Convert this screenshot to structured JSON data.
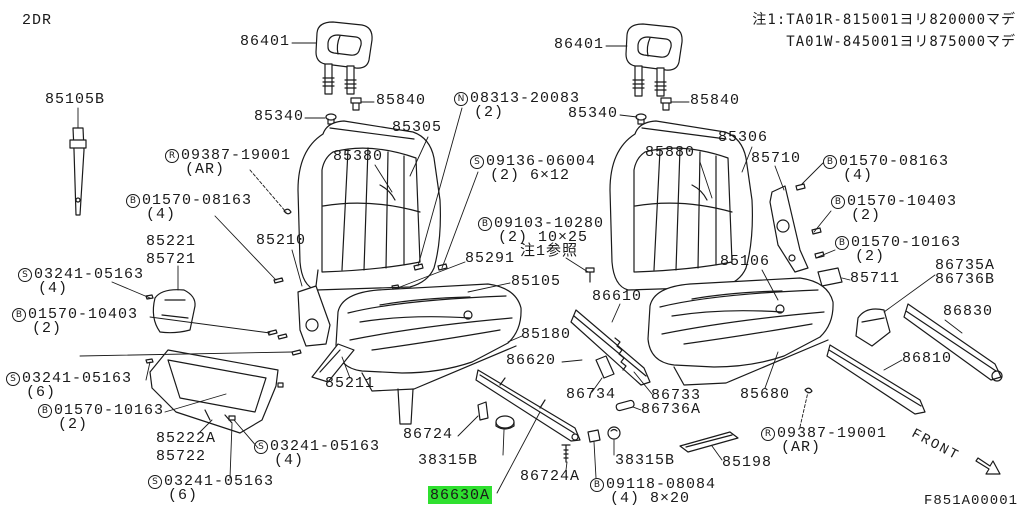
{
  "header": {
    "model": "2DR",
    "note": [
      "注1:TA01R-815001ヨリ820000マデ",
      "TA01W-845001ヨリ875000マデ"
    ]
  },
  "footer": {
    "figure_id": "F851A00001",
    "front_label": "FRONT"
  },
  "highlight_color": "#2fe02f",
  "parts": [
    {
      "number": "86401"
    },
    {
      "number": "85105B"
    },
    {
      "number": "85340"
    },
    {
      "number": "85840"
    },
    {
      "number": "85305"
    },
    {
      "number": "85380"
    },
    {
      "prefix": "R",
      "number": "09387-19001",
      "qty": "(AR)"
    },
    {
      "prefix": "B",
      "number": "01570-08163",
      "qty": "(4)"
    },
    {
      "number": "85221",
      "alt": "85721"
    },
    {
      "number": "85210"
    },
    {
      "prefix": "S",
      "number": "03241-05163",
      "qty": "(4)"
    },
    {
      "prefix": "B",
      "number": "01570-10403",
      "qty": "(2)"
    },
    {
      "prefix": "S",
      "number": "03241-05163",
      "qty": "(6)"
    },
    {
      "prefix": "B",
      "number": "01570-10163",
      "qty": "(2)"
    },
    {
      "number": "85222A",
      "alt": "85722"
    },
    {
      "prefix": "S",
      "number": "03241-05163",
      "qty": "(4)"
    },
    {
      "prefix": "S",
      "number": "03241-05163",
      "qty": "(6)"
    },
    {
      "number": "85211"
    },
    {
      "prefix": "N",
      "number": "08313-20083",
      "qty": "(2)"
    },
    {
      "prefix": "S",
      "number": "09136-06004",
      "qty": "(2) 6×12"
    },
    {
      "prefix": "B",
      "number": "09103-10280",
      "qty": "(2) 10×25",
      "note": "注1参照"
    },
    {
      "number": "85291"
    },
    {
      "number": "85105"
    },
    {
      "number": "85180"
    },
    {
      "number": "86610"
    },
    {
      "number": "86620"
    },
    {
      "number": "86734"
    },
    {
      "number": "86733"
    },
    {
      "number": "86736A"
    },
    {
      "number": "86724"
    },
    {
      "number": "38315B"
    },
    {
      "number": "38315B"
    },
    {
      "number": "86724A"
    },
    {
      "number": "86630A",
      "highlighted": true
    },
    {
      "prefix": "B",
      "number": "09118-08084",
      "qty": "(4) 8×20"
    },
    {
      "number": "86401"
    },
    {
      "number": "85340"
    },
    {
      "number": "85840"
    },
    {
      "number": "85306"
    },
    {
      "number": "85880"
    },
    {
      "number": "85710"
    },
    {
      "prefix": "B",
      "number": "01570-08163",
      "qty": "(4)"
    },
    {
      "prefix": "B",
      "number": "01570-10403",
      "qty": "(2)"
    },
    {
      "prefix": "B",
      "number": "01570-10163",
      "qty": "(2)"
    },
    {
      "number": "85106"
    },
    {
      "number": "85711"
    },
    {
      "number": "86735A",
      "alt": "86736B"
    },
    {
      "number": "86830"
    },
    {
      "number": "86810"
    },
    {
      "number": "85680"
    },
    {
      "prefix": "R",
      "number": "09387-19001",
      "qty": "(AR)"
    },
    {
      "number": "85198"
    }
  ]
}
